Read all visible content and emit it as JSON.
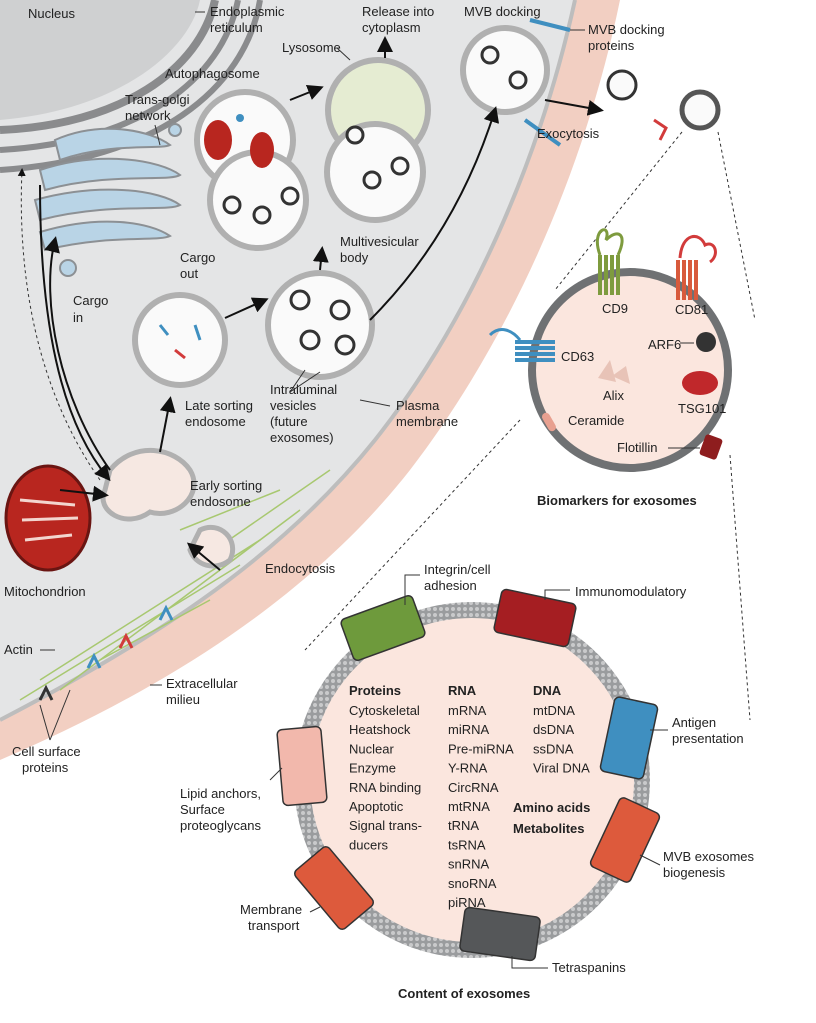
{
  "cell_labels": {
    "nucleus": "Nucleus",
    "er_line1": "Endoplasmic",
    "er_line2": "reticulum",
    "release_line1": "Release into",
    "release_line2": "cytoplasm",
    "mvb_docking": "MVB docking",
    "docking_proteins_line1": "MVB docking",
    "docking_proteins_line2": "proteins",
    "lysosome": "Lysosome",
    "autophagosome": "Autophagosome",
    "trans_golgi_line1": "Trans-golgi",
    "trans_golgi_line2": "network",
    "exocytosis": "Exocytosis",
    "cargo_out_line1": "Cargo",
    "cargo_out_line2": "out",
    "cargo_in_line1": "Cargo",
    "cargo_in_line2": "in",
    "mvb_line1": "Multivesicular",
    "mvb_line2": "body",
    "late_line1": "Late sorting",
    "late_line2": "endosome",
    "ilv_line1": "Intraluminal",
    "ilv_line2": "vesicles",
    "ilv_line3": "(future",
    "ilv_line4": "exosomes)",
    "plasma_line1": "Plasma",
    "plasma_line2": "membrane",
    "early_line1": "Early sorting",
    "early_line2": "endosome",
    "mitochondrion": "Mitochondrion",
    "endocytosis": "Endocytosis",
    "actin": "Actin",
    "extracellular_line1": "Extracellular",
    "extracellular_line2": "milieu",
    "surface_line1": "Cell surface",
    "surface_line2": "proteins"
  },
  "biomarkers": {
    "title": "Biomarkers for exosomes",
    "cd9": "CD9",
    "cd81": "CD81",
    "cd63": "CD63",
    "arf6": "ARF6",
    "alix": "Alix",
    "tsg101": "TSG101",
    "ceramide": "Ceramide",
    "flotillin": "Flotillin"
  },
  "content": {
    "title": "Content of exosomes",
    "integrin_line1": "Integrin/cell",
    "integrin_line2": "adhesion",
    "immunomodulatory": "Immunomodulatory",
    "antigen_line1": "Antigen",
    "antigen_line2": "presentation",
    "mvb_bio_line1": "MVB exosomes",
    "mvb_bio_line2": "biogenesis",
    "tetraspanins": "Tetraspanins",
    "membrane_line1": "Membrane",
    "membrane_line2": "transport",
    "lipid_line1": "Lipid anchors,",
    "lipid_line2": "Surface",
    "lipid_line3": "proteoglycans",
    "proteins_head": "Proteins",
    "proteins": [
      "Cytoskeletal",
      "Heatshock",
      "Nuclear",
      "Enzyme",
      "RNA binding",
      "Apoptotic",
      "Signal trans-",
      "ducers"
    ],
    "rna_head": "RNA",
    "rna": [
      "mRNA",
      "miRNA",
      "Pre-miRNA",
      "Y-RNA",
      "CircRNA",
      "mtRNA",
      "tRNA",
      "tsRNA",
      "snRNA",
      "snoRNA",
      "piRNA"
    ],
    "dna_head": "DNA",
    "dna": [
      "mtDNA",
      "dsDNA",
      "ssDNA",
      "Viral DNA"
    ],
    "amino_acids": "Amino acids",
    "metabolites": "Metabolites"
  },
  "colors": {
    "cytoplasm": "#e4e5e6",
    "membrane_pink": "#f2cfc2",
    "exosome_fill": "#fbe6de",
    "green_patch": "#6e9a3c",
    "darkred_patch": "#a51e22",
    "blue_patch": "#3f8fc0",
    "orange_patch": "#dd5a3c",
    "gray_patch": "#555759",
    "pink_patch": "#f2b8ac",
    "mito_red": "#b8261f"
  }
}
